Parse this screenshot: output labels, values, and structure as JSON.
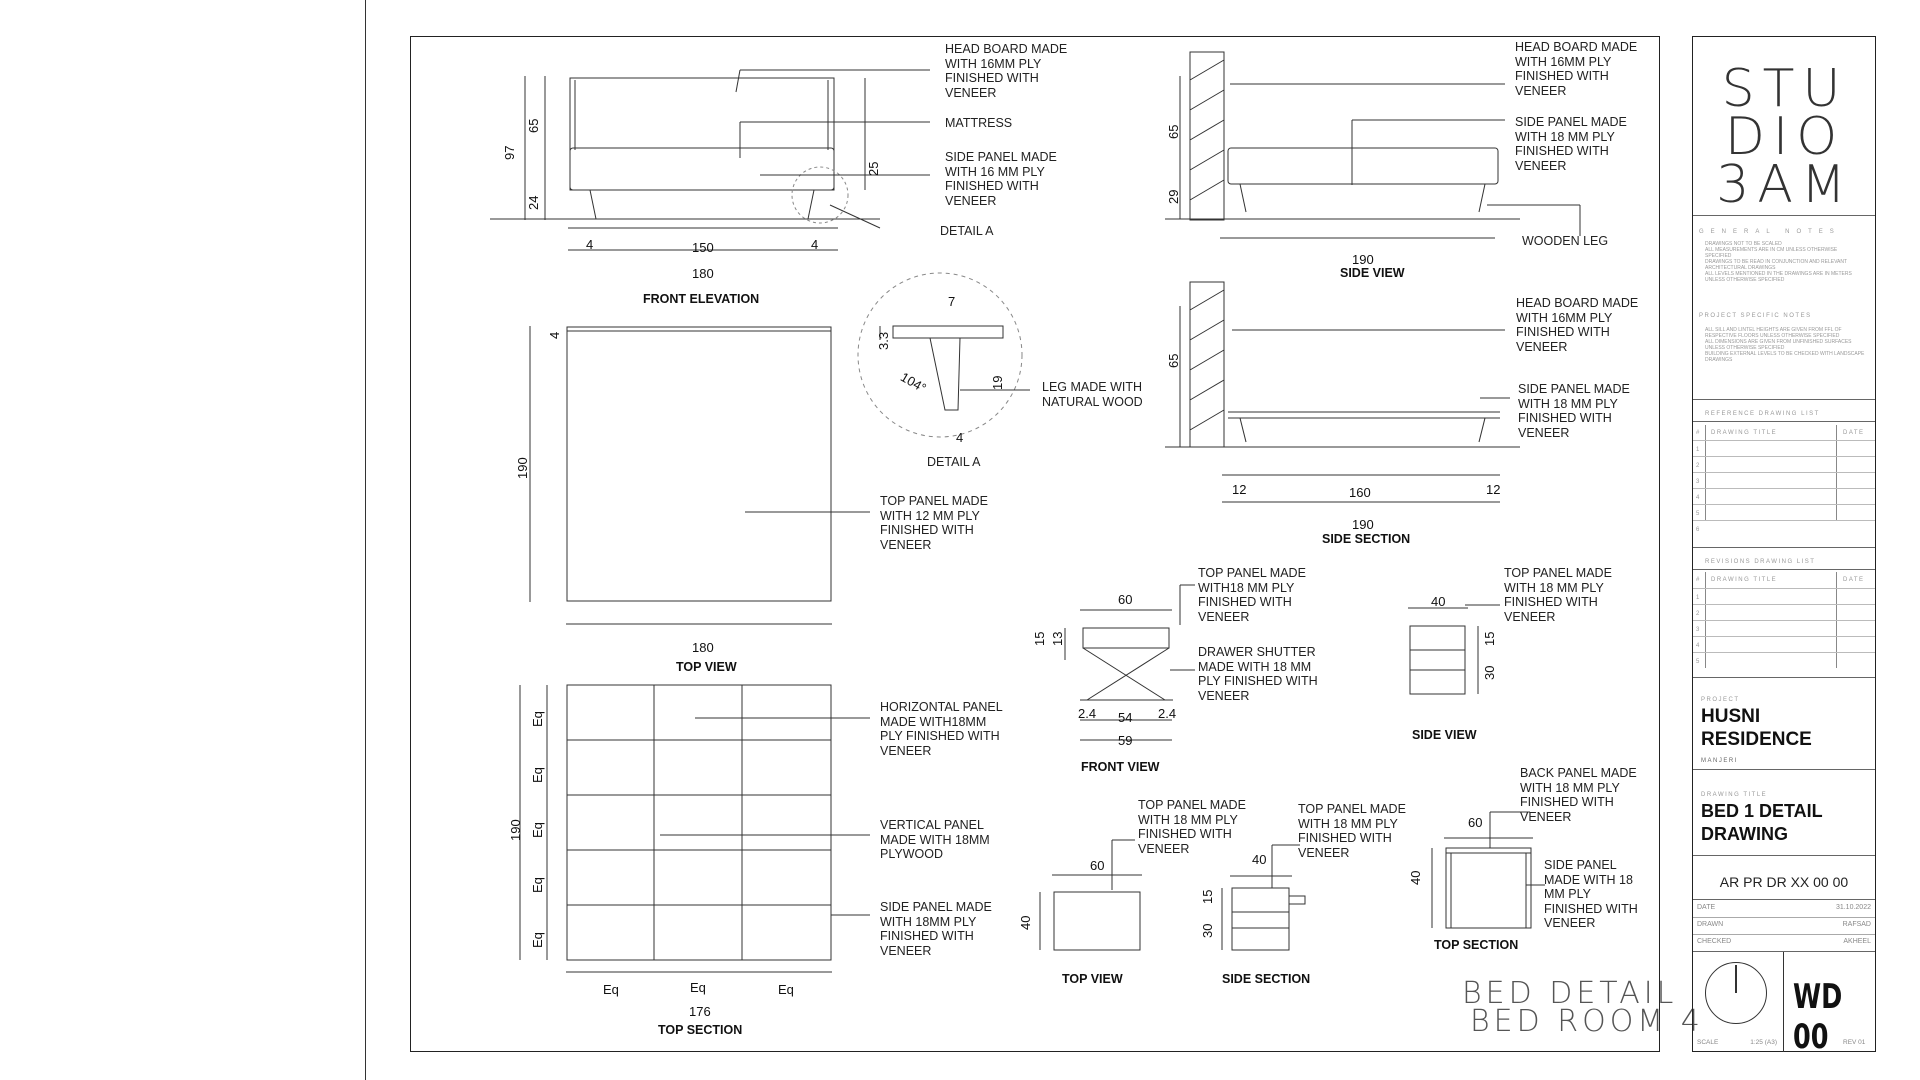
{
  "drawing": {
    "front_elevation": {
      "title": "FRONT ELEVATION",
      "dims": {
        "total_height": "97",
        "headboard": "65",
        "base": "24",
        "side_panel": "25",
        "left": "4",
        "inner": "150",
        "right": "4",
        "total_width": "180"
      },
      "notes": {
        "headboard": "HEAD BOARD MADE WITH 16MM PLY FINISHED WITH VENEER",
        "mattress": "MATTRESS",
        "side_panel": "SIDE PANEL MADE WITH 16 MM PLY FINISHED WITH VENEER",
        "detail_ref": "DETAIL A"
      }
    },
    "side_view": {
      "title": "SIDE VIEW",
      "dims": {
        "headboard": "65",
        "base": "29",
        "length": "190"
      },
      "notes": {
        "headboard": "HEAD BOARD MADE WITH 16MM PLY FINISHED WITH VENEER",
        "side_panel": "SIDE PANEL MADE WITH 18 MM PLY FINISHED WITH VENEER",
        "leg": "WOODEN LEG"
      }
    },
    "detail_a": {
      "title": "DETAIL A",
      "dims": {
        "top": "7",
        "thk": "3.3",
        "angle": "104°",
        "height": "19",
        "base": "4"
      },
      "note": "LEG MADE WITH NATURAL WOOD"
    },
    "top_view": {
      "title": "TOP VIEW",
      "dims": {
        "thk": "4",
        "length": "190",
        "width": "180"
      },
      "note": "TOP PANEL MADE WITH 12 MM PLY FINISHED WITH VENEER"
    },
    "side_section": {
      "title": "SIDE SECTION",
      "dims": {
        "headboard": "65",
        "left": "12",
        "mid": "160",
        "right": "12",
        "total": "190"
      },
      "notes": {
        "headboard": "HEAD BOARD MADE WITH 16MM PLY FINISHED WITH VENEER",
        "side_panel": "SIDE PANEL MADE WITH 18 MM PLY FINISHED WITH VENEER"
      }
    },
    "top_section": {
      "title": "TOP SECTION",
      "dims": {
        "length": "190",
        "eq": "Eq",
        "width": "176"
      },
      "notes": {
        "horizontal": "HORIZONTAL PANEL MADE WITH18MM PLY FINISHED WITH VENEER",
        "vertical": "VERTICAL PANEL MADE WITH 18MM PLYWOOD",
        "side": "SIDE PANEL MADE WITH 18MM PLY FINISHED WITH VENEER"
      }
    },
    "side_table": {
      "front_view": {
        "title": "FRONT VIEW",
        "dims": {
          "width": "60",
          "h1": "15",
          "h2": "13",
          "left": "2.4",
          "mid": "54",
          "right": "2.4",
          "total": "59"
        },
        "notes": {
          "top": "TOP PANEL MADE WITH18 MM PLY FINISHED WITH VENEER",
          "drawer": "DRAWER SHUTTER MADE WITH 18 MM PLY FINISHED WITH VENEER"
        }
      },
      "side_view": {
        "title": "SIDE VIEW",
        "dims": {
          "width": "40",
          "h1": "15",
          "h2": "30"
        },
        "note": "TOP PANEL MADE WITH 18 MM PLY FINISHED WITH VENEER"
      },
      "top_view": {
        "title": "TOP VIEW",
        "dims": {
          "width": "60",
          "depth": "40"
        },
        "note": "TOP PANEL MADE WITH 18 MM PLY FINISHED WITH VENEER"
      },
      "side_section": {
        "title": "SIDE SECTION",
        "dims": {
          "width": "40",
          "h1": "15",
          "h2": "30"
        },
        "note": "TOP PANEL MADE WITH 18 MM PLY FINISHED WITH VENEER"
      },
      "top_section": {
        "title": "TOP SECTION",
        "dims": {
          "width": "60",
          "depth": "40"
        },
        "notes": {
          "back": "BACK PANEL MADE WITH 18 MM PLY FINISHED WITH VENEER",
          "side": "SIDE PANEL MADE WITH 18 MM PLY FINISHED WITH VENEER"
        }
      }
    },
    "sheet_title_1": "BED DETAIL",
    "sheet_title_2": "BED ROOM 4"
  },
  "title_block": {
    "logo_lines": [
      "STU",
      "DIO",
      "3AM"
    ],
    "general_notes_title": "GENERAL NOTES",
    "general_notes": [
      "DRAWINGS NOT TO BE SCALED",
      "ALL MEASUREMENTS ARE IN CM UNLESS OTHERWISE SPECIFIED",
      "DRAWINGS TO BE READ IN CONJUNCTION AND RELEVANT ARCHITECTURAL DRAWINGS",
      "ALL LEVELS MENTIONED IN THE DRAWINGS ARE IN METERS UNLESS OTHERWISE SPECIFIED"
    ],
    "project_notes_title": "PROJECT SPECIFIC NOTES",
    "project_notes": [
      "ALL SILL AND LINTEL HEIGHTS ARE GIVEN FROM FFL OF RESPECTIVE FLOORS UNLESS OTHERWISE SPECIFIED",
      "ALL DIMENSIONS ARE GIVEN FROM UNFINISHED SURFACES UNLESS OTHERWISE SPECIFIED",
      "BUILDING EXTERNAL LEVELS TO BE CHECKED WITH LANDSCAPE DRAWINGS"
    ],
    "reference_title": "REFERENCE DRAWING LIST",
    "revisions_title": "REVISIONS DRAWING LIST",
    "col_no": "#",
    "col_title": "DRAWING TITLE",
    "col_date": "DATE",
    "row_numbers": [
      "1",
      "2",
      "3",
      "4",
      "5",
      "6"
    ],
    "rev_numbers": [
      "1",
      "2",
      "3",
      "4",
      "5"
    ],
    "project_label": "PROJECT",
    "project_name_1": "HUSNI",
    "project_name_2": "RESIDENCE",
    "location": "MANJERI",
    "drawing_title_label": "DRAWING TITLE",
    "drawing_title_1": "BED 1 DETAIL",
    "drawing_title_2": "DRAWING",
    "drawing_code": "AR PR DR XX 00 00",
    "date_label": "DATE",
    "date_value": "31.10.2022",
    "drawn_label": "DRAWN",
    "drawn_value": "RAFSAD",
    "checked_label": "CHECKED",
    "checked_value": "AKHEEL",
    "scale_label": "SCALE",
    "scale_value": "1:25 (A3)",
    "sheet_no": "WD 00",
    "rev_label": "REV 01"
  }
}
